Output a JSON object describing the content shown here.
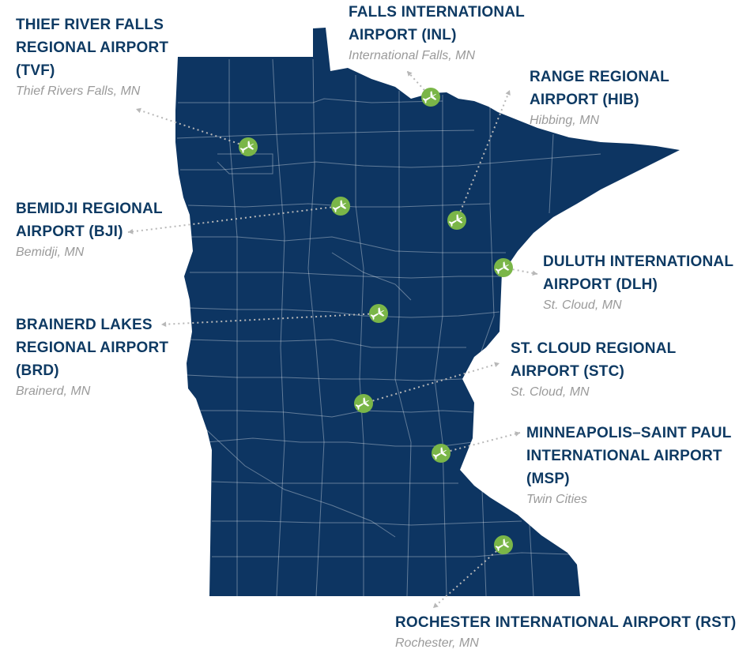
{
  "colors": {
    "state_fill": "#0d3562",
    "county_lines": "#ffffff",
    "marker_fill": "#7ab648",
    "label_name": "#0e3a63",
    "label_city": "#9a9a9a",
    "connector": "#b8b8b8"
  },
  "map": {
    "region": "Minnesota",
    "marker_icon": "airplane-icon"
  },
  "airports": [
    {
      "id": "tvf",
      "name": "THIEF RIVER FALLS\nREGIONAL AIRPORT\n(TVF)",
      "city": "Thief Rivers Falls, MN"
    },
    {
      "id": "inl",
      "name": "FALLS INTERNATIONAL\nAIRPORT (INL)",
      "city": "International Falls, MN"
    },
    {
      "id": "hib",
      "name": "RANGE REGIONAL\nAIRPORT (HIB)",
      "city": "Hibbing, MN"
    },
    {
      "id": "bji",
      "name": "BEMIDJI REGIONAL\nAIRPORT (BJI)",
      "city": "Bemidji, MN"
    },
    {
      "id": "dlh",
      "name": "DULUTH INTERNATIONAL\nAIRPORT (DLH)",
      "city": "St. Cloud, MN"
    },
    {
      "id": "brd",
      "name": "BRAINERD LAKES\nREGIONAL AIRPORT\n(BRD)",
      "city": "Brainerd, MN"
    },
    {
      "id": "stc",
      "name": "ST. CLOUD REGIONAL\nAIRPORT (STC)",
      "city": "St. Cloud, MN"
    },
    {
      "id": "msp",
      "name": "MINNEAPOLIS–SAINT PAUL\nINTERNATIONAL AIRPORT\n(MSP)",
      "city": "Twin Cities"
    },
    {
      "id": "rst",
      "name": "ROCHESTER INTERNATIONAL AIRPORT (RST)",
      "city": "Rochester, MN"
    }
  ]
}
